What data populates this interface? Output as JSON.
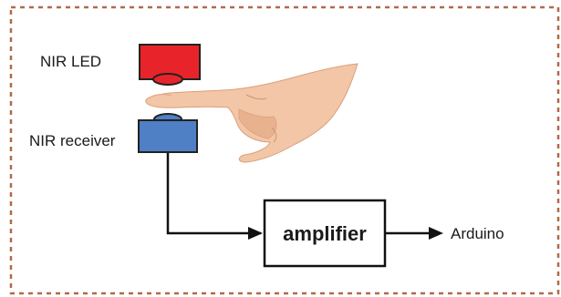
{
  "labels": {
    "nir_led": "NIR LED",
    "nir_receiver": "NIR receiver",
    "amplifier": "amplifier",
    "arduino": "Arduino"
  },
  "colors": {
    "led_fill": "#e8242a",
    "receiver_fill": "#4f7fc4",
    "skin": "#f2c6a6",
    "skin_shadow": "#d9a07e",
    "border_dash": "#b06a4a",
    "line": "#111111"
  },
  "icons": {
    "led": "rectangle-with-lens",
    "receiver": "rectangle-with-lens",
    "finger": "pointing-hand"
  }
}
